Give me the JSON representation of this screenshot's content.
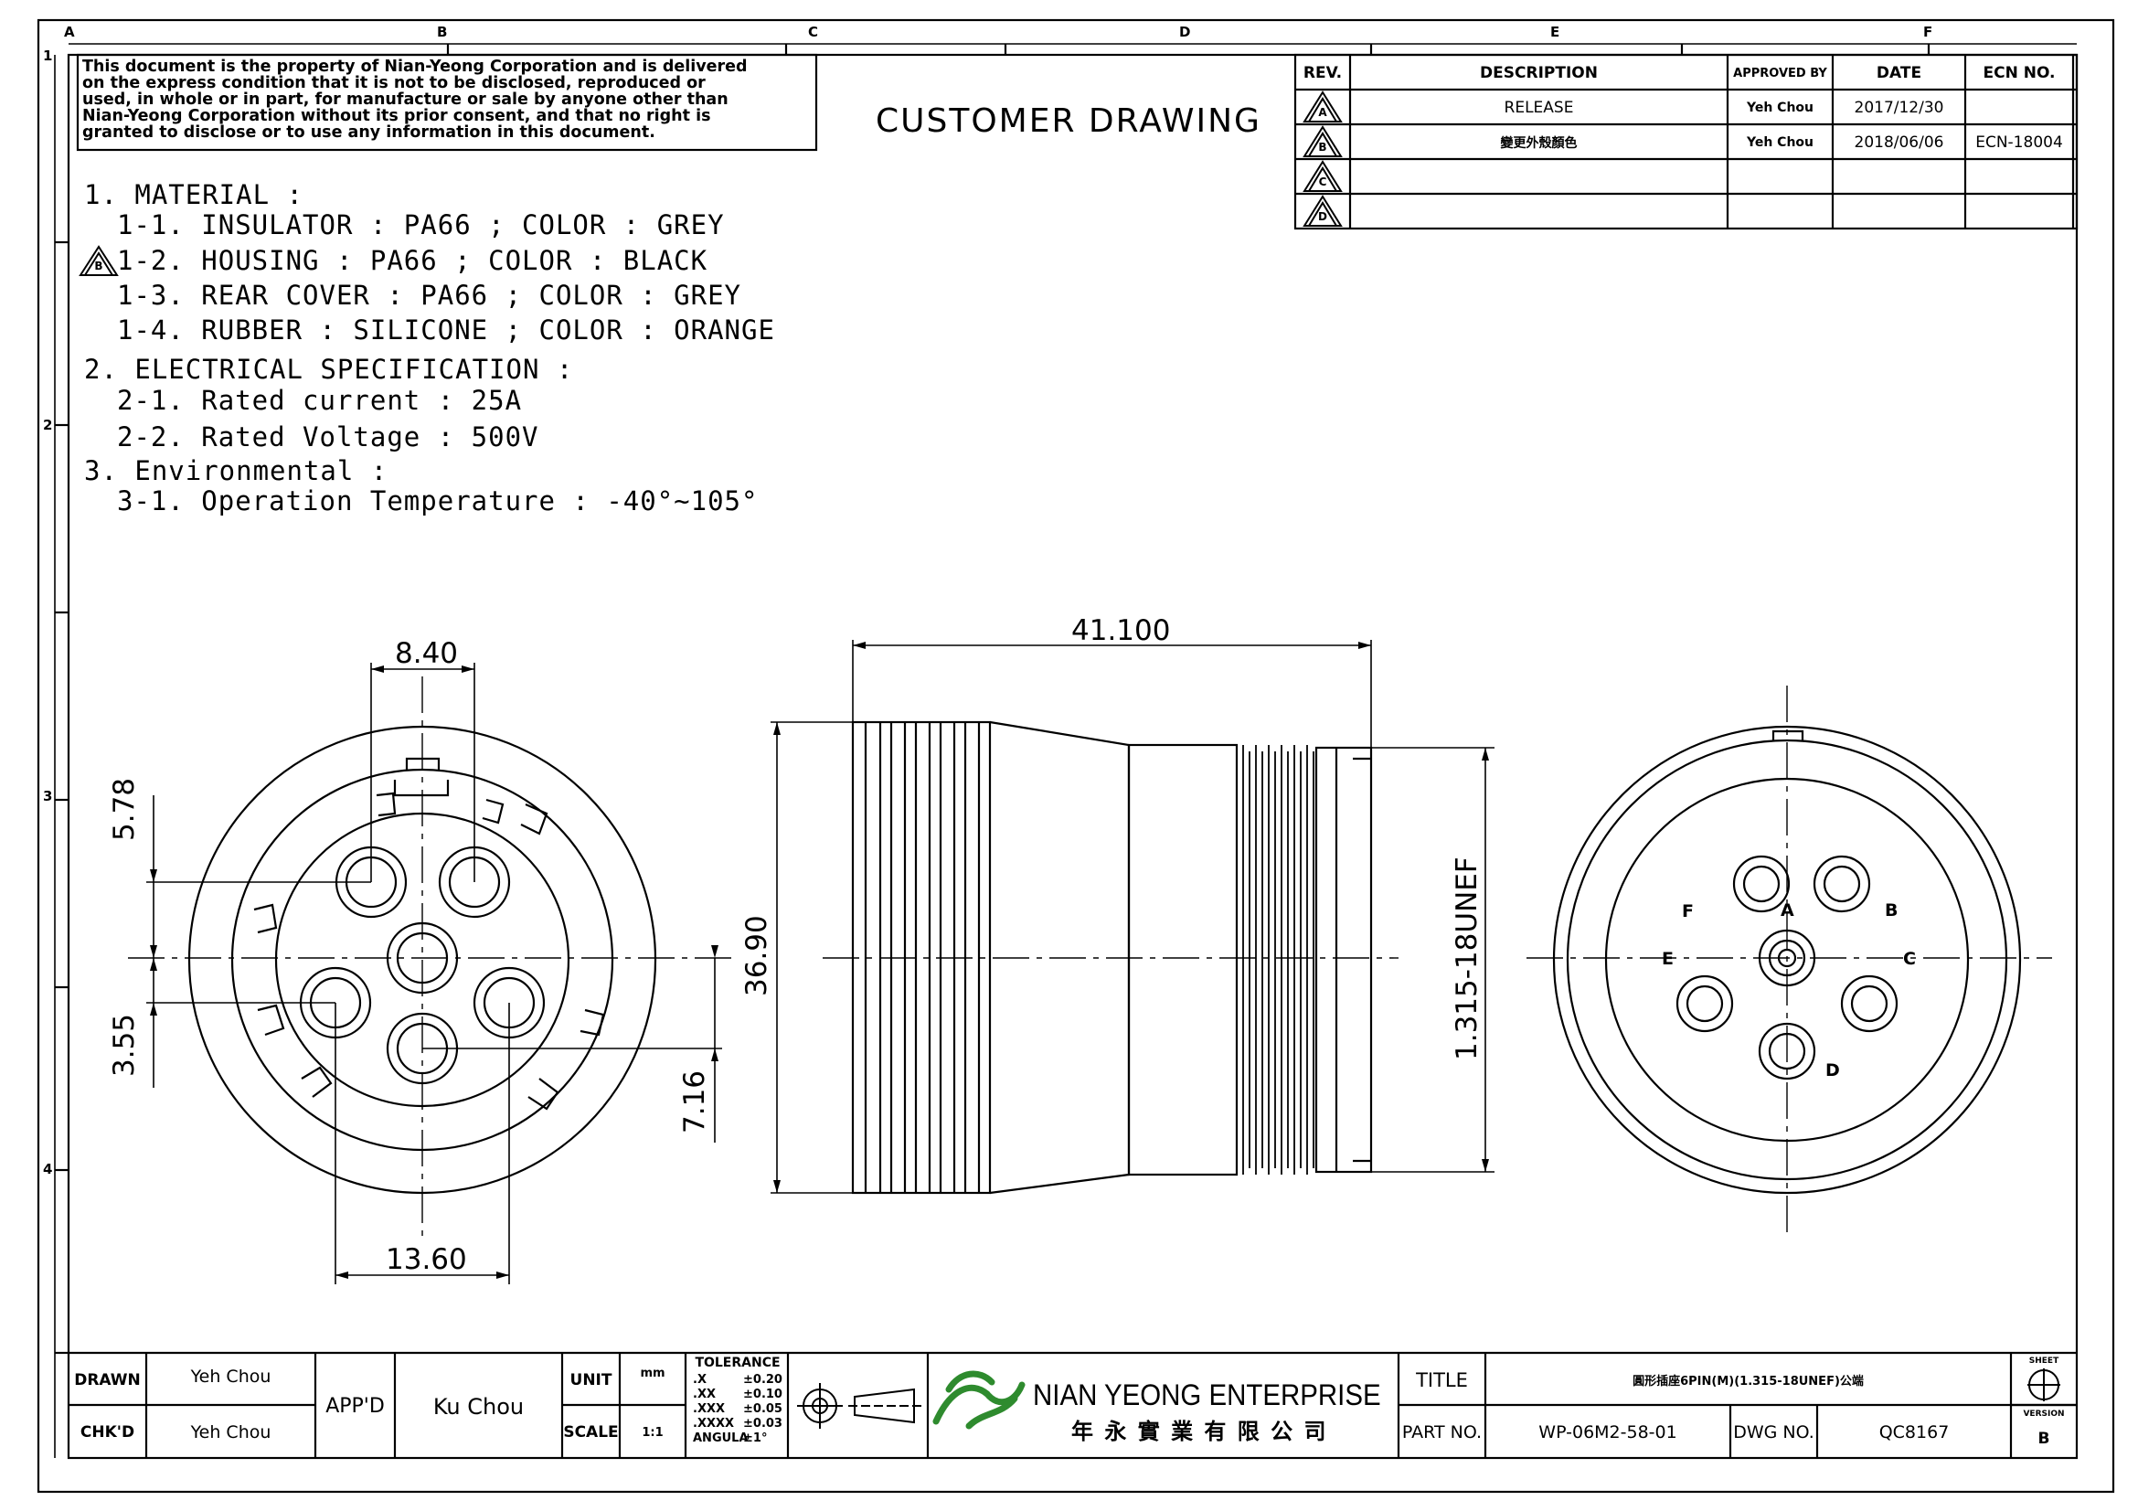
{
  "notice": [
    "This document is the property of Nian-Yeong Corporation and is delivered",
    "on  the  express condition that it is not to be disclosed, reproduced or",
    "used, in whole or in part, for manufacture or sale by anyone other than",
    "Nian-Yeong Corporation without  its prior consent, and that  no right  is",
    "granted to disclose or to use any information in this  document."
  ],
  "doc_title": "CUSTOMER  DRAWING",
  "grid": {
    "columns": [
      "A",
      "B",
      "C",
      "D",
      "E",
      "F"
    ],
    "rows": [
      "1",
      "2",
      "3",
      "4"
    ]
  },
  "revision_table": {
    "headers": [
      "REV.",
      "DESCRIPTION",
      "APPROVED BY",
      "DATE",
      "ECN NO."
    ],
    "rows": [
      {
        "rev": "A",
        "description": "RELEASE",
        "approved": "Yeh Chou",
        "date": "2017/12/30",
        "ecn": ""
      },
      {
        "rev": "B",
        "description": "變更外殼顏色",
        "approved": "Yeh Chou",
        "date": "2018/06/06",
        "ecn": "ECN-18004"
      },
      {
        "rev": "C",
        "description": "",
        "approved": "",
        "date": "",
        "ecn": ""
      },
      {
        "rev": "D",
        "description": "",
        "approved": "",
        "date": "",
        "ecn": ""
      }
    ]
  },
  "specs": {
    "rev_marker": "B",
    "lines": [
      "1. MATERIAL :",
      "1-1. INSULATOR : PA66 ; COLOR : GREY",
      "1-2. HOUSING : PA66 ; COLOR : BLACK",
      "1-3. REAR COVER : PA66 ; COLOR : GREY",
      "1-4. RUBBER : SILICONE ; COLOR : ORANGE",
      "2. ELECTRICAL SPECIFICATION :",
      "2-1. Rated current : 25A",
      "2-2. Rated Voltage : 500V",
      "3. Environmental :",
      "3-1. Operation Temperature : -40°~105°"
    ]
  },
  "dimensions": {
    "top_width": "8.40",
    "bottom_width": "13.60",
    "left_upper": "5.78",
    "left_lower": "3.55",
    "right_offset": "7.16",
    "length": "41.100",
    "diameter": "36.90",
    "thread": "1.315-18UNEF"
  },
  "pin_labels": [
    "A",
    "B",
    "C",
    "D",
    "E",
    "F"
  ],
  "title_block": {
    "drawn_label": "DRAWN",
    "drawn_value": "Yeh Chou",
    "checked_label": "CHK'D",
    "checked_value": "Yeh Chou",
    "approved_label": "APP'D",
    "approved_value": "Ku Chou",
    "unit_label": "UNIT",
    "unit_value": "mm",
    "scale_label": "SCALE",
    "scale_value": "1:1",
    "tolerance_title": "TOLERANCE",
    "tolerances": [
      {
        "k": ".X",
        "v": "±0.20"
      },
      {
        "k": ".XX",
        "v": "±0.10"
      },
      {
        "k": ".XXX",
        "v": "±0.05"
      },
      {
        "k": ".XXXX",
        "v": "±0.03"
      },
      {
        "k": "ANGULA",
        "v": "±1°"
      }
    ],
    "company_en": "NIAN YEONG ENTERPRISE",
    "company_zh": "年 永 實 業 有 限 公 司",
    "title_label": "TITLE",
    "title_value": "圓形插座6PIN(M)(1.315-18UNEF)公端",
    "part_label": "PART NO.",
    "part_value": "WP-06M2-58-01",
    "dwg_label": "DWG NO.",
    "dwg_value": "QC8167",
    "sheet_label": "SHEET",
    "version_label": "VERSION",
    "version_value": "B"
  },
  "colors": {
    "ink": "#000000",
    "logo_green": "#2e8b2e",
    "paper": "#ffffff"
  }
}
